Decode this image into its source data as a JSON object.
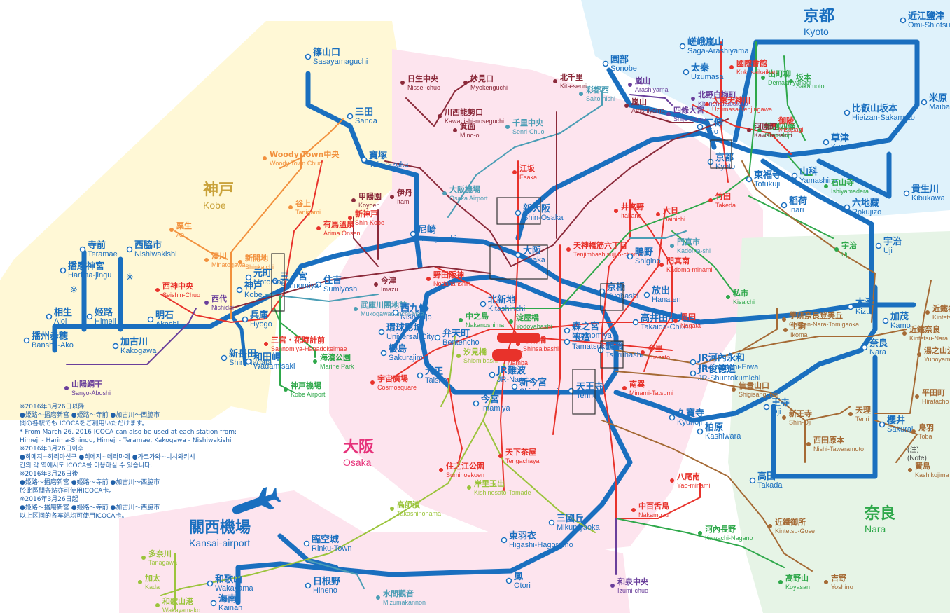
{
  "colors": {
    "jr_main": "#1a6fbf",
    "kyoto_bg": "#dff2fb",
    "kobe_bg": "#fff8d6",
    "osaka_bg": "#fde4ee",
    "nara_bg": "#e6f4e6",
    "kansai_bg": "#fde4ee",
    "red": "#e8322b",
    "green": "#2ea84a",
    "brown": "#a56a35",
    "orange": "#f2913d",
    "teal": "#4a9db5",
    "purple": "#6a3f9b",
    "lime": "#9bc43c",
    "maroon": "#8b2a3a"
  },
  "areas": {
    "kyoto": {
      "jp": "京都",
      "en": "Kyoto"
    },
    "kobe": {
      "jp": "神戸",
      "en": "Kobe"
    },
    "osaka": {
      "jp": "大阪",
      "en": "Osaka"
    },
    "nara": {
      "jp": "奈良",
      "en": "Nara"
    },
    "kansai": {
      "jp": "關西機場",
      "en": "Kansai-airport"
    }
  },
  "stations": [
    {
      "jp": "篠山口",
      "en": "Sasayamaguchi",
      "color": "#1a6fbf"
    },
    {
      "jp": "三田",
      "en": "Sanda",
      "color": "#1a6fbf"
    },
    {
      "jp": "寶塚",
      "en": "Takarazuka",
      "color": "#1a6fbf"
    },
    {
      "jp": "尼崎",
      "en": "Amagasaki",
      "color": "#1a6fbf"
    },
    {
      "jp": "住吉",
      "en": "Sumiyoshi",
      "color": "#1a6fbf"
    },
    {
      "jp": "三ノ宮",
      "en": "Sannomiya",
      "color": "#1a6fbf"
    },
    {
      "jp": "元町",
      "en": "Motomachi",
      "color": "#1a6fbf"
    },
    {
      "jp": "神戸",
      "en": "Kobe",
      "color": "#1a6fbf"
    },
    {
      "jp": "兵庫",
      "en": "Hyogo",
      "color": "#1a6fbf"
    },
    {
      "jp": "新長田",
      "en": "Shin-Nagata",
      "color": "#1a6fbf"
    },
    {
      "jp": "和田岬",
      "en": "Wadamisaki",
      "color": "#1a6fbf"
    },
    {
      "jp": "明石",
      "en": "Akashi",
      "color": "#1a6fbf"
    },
    {
      "jp": "加古川",
      "en": "Kakogawa",
      "color": "#1a6fbf"
    },
    {
      "jp": "姬路",
      "en": "Himeji",
      "color": "#1a6fbf"
    },
    {
      "jp": "相生",
      "en": "Aioi",
      "color": "#1a6fbf"
    },
    {
      "jp": "播州赤穂",
      "en": "Banshu-Ako",
      "color": "#1a6fbf"
    },
    {
      "jp": "寺前",
      "en": "Teramae",
      "color": "#1a6fbf"
    },
    {
      "jp": "播磨神宮",
      "en": "Harima-jingu",
      "color": "#1a6fbf"
    },
    {
      "jp": "西脇市",
      "en": "Nishiwakishi",
      "color": "#1a6fbf"
    },
    {
      "jp": "山陽網干",
      "en": "Sanyo-Aboshi",
      "color": "#6a3f9b"
    },
    {
      "jp": "西代",
      "en": "Nishidai",
      "color": "#6a3f9b"
    },
    {
      "jp": "西神中央",
      "en": "Seishin-Chuo",
      "color": "#e8322b"
    },
    {
      "jp": "湊川",
      "en": "Minatogawa",
      "color": "#f2913d"
    },
    {
      "jp": "新開地",
      "en": "Shinkaichi",
      "color": "#f2913d"
    },
    {
      "jp": "粟生",
      "en": "Ao",
      "color": "#f2913d"
    },
    {
      "jp": "谷上",
      "en": "Tanigami",
      "color": "#f2913d"
    },
    {
      "jp": "有馬溫泉",
      "en": "Arima Onsen",
      "color": "#e8322b"
    },
    {
      "jp": "新神戸",
      "en": "Shin-Kobe",
      "color": "#e8322b"
    },
    {
      "jp": "Woody Town中央",
      "en": "Woody Town Chuo",
      "color": "#f2913d"
    },
    {
      "jp": "三宮・花時計前",
      "en": "Sannomiya-Hanadokeimae",
      "color": "#e8322b"
    },
    {
      "jp": "海濱公園",
      "en": "Marine Park",
      "color": "#2ea84a"
    },
    {
      "jp": "神戸機場",
      "en": "Kobe Airport",
      "color": "#2ea84a"
    },
    {
      "jp": "甲陽園",
      "en": "Koyoen",
      "color": "#8b2a3a"
    },
    {
      "jp": "伊丹",
      "en": "Itami",
      "color": "#8b2a3a"
    },
    {
      "jp": "今津",
      "en": "Imazu",
      "color": "#8b2a3a"
    },
    {
      "jp": "日生中央",
      "en": "Nissei-chuo",
      "color": "#8b2a3a"
    },
    {
      "jp": "妙見口",
      "en": "Myokenguchi",
      "color": "#8b2a3a"
    },
    {
      "jp": "川西能勢口",
      "en": "Kawanishi-noseguchi",
      "color": "#8b2a3a"
    },
    {
      "jp": "箕面",
      "en": "Mino-o",
      "color": "#8b2a3a"
    },
    {
      "jp": "千里中央",
      "en": "Senri-Chuo",
      "color": "#4a9db5"
    },
    {
      "jp": "北千里",
      "en": "Kita-senri",
      "color": "#8b2a3a"
    },
    {
      "jp": "彩都西",
      "en": "Saito-nishi",
      "color": "#4a9db5"
    },
    {
      "jp": "大阪機場",
      "en": "Osaka Airport",
      "color": "#4a9db5"
    },
    {
      "jp": "江坂",
      "en": "Esaka",
      "color": "#e8322b"
    },
    {
      "jp": "新大阪",
      "en": "Shin-Osaka",
      "color": "#1a6fbf"
    },
    {
      "jp": "大阪",
      "en": "Osaka",
      "color": "#1a6fbf"
    },
    {
      "jp": "野田阪神",
      "en": "Nodahanshin",
      "color": "#e8322b"
    },
    {
      "jp": "武庫川團地前",
      "en": "Mukogawadanchi-Mae",
      "color": "#4a9db5"
    },
    {
      "jp": "西九條",
      "en": "Nishikujo",
      "color": "#1a6fbf"
    },
    {
      "jp": "環球影城",
      "en": "Universal-City",
      "color": "#1a6fbf"
    },
    {
      "jp": "櫻島",
      "en": "Sakurajima",
      "color": "#1a6fbf"
    },
    {
      "jp": "北新地",
      "en": "Kitashinchi",
      "color": "#1a6fbf"
    },
    {
      "jp": "中之島",
      "en": "Nakanoshima",
      "color": "#2ea84a"
    },
    {
      "jp": "淀屋橋",
      "en": "Yodoyabashi",
      "color": "#2ea84a"
    },
    {
      "jp": "心齋橋",
      "en": "Shinsaibashi",
      "color": "#e8322b"
    },
    {
      "jp": "難波",
      "en": "Namba",
      "color": "#e8322b"
    },
    {
      "jp": "JR難波",
      "en": "JR-Namba",
      "color": "#1a6fbf"
    },
    {
      "jp": "弁天町",
      "en": "Bentencho",
      "color": "#1a6fbf"
    },
    {
      "jp": "大正",
      "en": "Taisho",
      "color": "#1a6fbf"
    },
    {
      "jp": "汐見橋",
      "en": "Shiomibashi",
      "color": "#9bc43c"
    },
    {
      "jp": "宇宙廣場",
      "en": "Cosmosquare",
      "color": "#e8322b"
    },
    {
      "jp": "新今宮",
      "en": "Shin-Imamiya",
      "color": "#1a6fbf"
    },
    {
      "jp": "今宮",
      "en": "Imamiya",
      "color": "#1a6fbf"
    },
    {
      "jp": "天王寺",
      "en": "Tennoji",
      "color": "#1a6fbf"
    },
    {
      "jp": "天下茶屋",
      "en": "Tengachaya",
      "color": "#e8322b"
    },
    {
      "jp": "住之江公園",
      "en": "Suminoekoen",
      "color": "#e8322b"
    },
    {
      "jp": "岸里玉出",
      "en": "Kishinosato-Tamade",
      "color": "#9bc43c"
    },
    {
      "jp": "高師濱",
      "en": "Takashinohama",
      "color": "#9bc43c"
    },
    {
      "jp": "森之宮",
      "en": "Morinomiya",
      "color": "#1a6fbf"
    },
    {
      "jp": "玉造",
      "en": "Tamatsukuri",
      "color": "#1a6fbf"
    },
    {
      "jp": "鶴橋",
      "en": "Tsuruhashi",
      "color": "#1a6fbf"
    },
    {
      "jp": "京橋",
      "en": "Kyobashi",
      "color": "#1a6fbf"
    },
    {
      "jp": "天神橋筋六丁目",
      "en": "Tenjimbashisuji 6-chome",
      "color": "#e8322b"
    },
    {
      "jp": "井高野",
      "en": "Itakano",
      "color": "#e8322b"
    },
    {
      "jp": "大日",
      "en": "Dainichi",
      "color": "#e8322b"
    },
    {
      "jp": "門真市",
      "en": "Kadoma-shi",
      "color": "#4a9db5"
    },
    {
      "jp": "門真南",
      "en": "Kadoma-minami",
      "color": "#e8322b"
    },
    {
      "jp": "鴫野",
      "en": "Shigino",
      "color": "#1a6fbf"
    },
    {
      "jp": "放出",
      "en": "Hanaten",
      "color": "#1a6fbf"
    },
    {
      "jp": "高井田中央",
      "en": "Takaida-Chuo",
      "color": "#1a6fbf"
    },
    {
      "jp": "長田",
      "en": "Nagata",
      "color": "#e8322b"
    },
    {
      "jp": "今里",
      "en": "Imazato",
      "color": "#e8322b"
    },
    {
      "jp": "JR河內永和",
      "en": "JR-Kawachi-Eiwa",
      "color": "#1a6fbf"
    },
    {
      "jp": "JR俊德道",
      "en": "JR-Shuntokumichi",
      "color": "#1a6fbf"
    },
    {
      "jp": "南巽",
      "en": "Minami-Tatsumi",
      "color": "#e8322b"
    },
    {
      "jp": "私市",
      "en": "Kisaichi",
      "color": "#2ea84a"
    },
    {
      "jp": "久寶寺",
      "en": "Kyuhoji",
      "color": "#1a6fbf"
    },
    {
      "jp": "柏原",
      "en": "Kashiwara",
      "color": "#1a6fbf"
    },
    {
      "jp": "八尾南",
      "en": "Yao-minami",
      "color": "#e8322b"
    },
    {
      "jp": "中百舌鳥",
      "en": "Nakamozu",
      "color": "#e8322b"
    },
    {
      "jp": "和泉中央",
      "en": "Izumi-chuo",
      "color": "#6a3f9b"
    },
    {
      "jp": "三國丘",
      "en": "Mikunigaoka",
      "color": "#1a6fbf"
    },
    {
      "jp": "東羽衣",
      "en": "Higashi-Hagoromo",
      "color": "#1a6fbf"
    },
    {
      "jp": "鳳",
      "en": "Otori",
      "color": "#1a6fbf"
    },
    {
      "jp": "臨空城",
      "en": "Rinku-Town",
      "color": "#1a6fbf"
    },
    {
      "jp": "日根野",
      "en": "Hineno",
      "color": "#1a6fbf"
    },
    {
      "jp": "水間觀音",
      "en": "Mizumakannon",
      "color": "#4a9db5"
    },
    {
      "jp": "和歌山",
      "en": "Wakayama",
      "color": "#1a6fbf"
    },
    {
      "jp": "海南",
      "en": "Kainan",
      "color": "#1a6fbf"
    },
    {
      "jp": "多奈川",
      "en": "Tanagawa",
      "color": "#9bc43c"
    },
    {
      "jp": "加太",
      "en": "Kada",
      "color": "#9bc43c"
    },
    {
      "jp": "和歌山港",
      "en": "Wakayamako",
      "color": "#9bc43c"
    },
    {
      "jp": "河內長野",
      "en": "Kawachi-Nagano",
      "color": "#2ea84a"
    },
    {
      "jp": "高野山",
      "en": "Koyasan",
      "color": "#2ea84a"
    },
    {
      "jp": "吉野",
      "en": "Yoshino",
      "color": "#a56a35"
    },
    {
      "jp": "近鐵御所",
      "en": "Kintetsu-Gose",
      "color": "#a56a35"
    },
    {
      "jp": "高田",
      "en": "Takada",
      "color": "#1a6fbf"
    },
    {
      "jp": "信貴山口",
      "en": "Shigisanguchi",
      "color": "#a56a35"
    },
    {
      "jp": "王寺",
      "en": "Oji",
      "color": "#1a6fbf"
    },
    {
      "jp": "新王寺",
      "en": "Shin-Oji",
      "color": "#a56a35"
    },
    {
      "jp": "西田原本",
      "en": "Nishi-Tawaramoto",
      "color": "#a56a35"
    },
    {
      "jp": "天理",
      "en": "Tenri",
      "color": "#a56a35"
    },
    {
      "jp": "櫻井",
      "en": "Sakurai",
      "color": "#1a6fbf"
    },
    {
      "jp": "鳥羽",
      "en": "Toba",
      "color": "#a56a35"
    },
    {
      "jp": "賢島",
      "en": "Kashikojima",
      "color": "#a56a35"
    },
    {
      "jp": "平田町",
      "en": "Hiratacho",
      "color": "#a56a35"
    },
    {
      "jp": "湯之山溫泉",
      "en": "Yunoyama-Onsen",
      "color": "#a56a35"
    },
    {
      "jp": "近鐵名古屋",
      "en": "Kintetsu-Nagoya",
      "color": "#a56a35"
    },
    {
      "jp": "近鐵奈良",
      "en": "Kintetsu-Nara",
      "color": "#a56a35"
    },
    {
      "jp": "生駒",
      "en": "Ikoma",
      "color": "#a56a35"
    },
    {
      "jp": "學研奈良登美丘",
      "en": "Gakken-Nara-Tomigaoka",
      "color": "#a56a35"
    },
    {
      "jp": "奈良",
      "en": "Nara",
      "color": "#1a6fbf"
    },
    {
      "jp": "木津",
      "en": "Kizu",
      "color": "#1a6fbf"
    },
    {
      "jp": "加茂",
      "en": "Kamo",
      "color": "#1a6fbf"
    },
    {
      "jp": "宇治",
      "en": "Uji",
      "color": "#1a6fbf"
    },
    {
      "jp": "宇治",
      "en": "Uji",
      "color": "#2ea84a"
    },
    {
      "jp": "六地藏",
      "en": "Rokujizo",
      "color": "#1a6fbf"
    },
    {
      "jp": "稻荷",
      "en": "Inari",
      "color": "#1a6fbf"
    },
    {
      "jp": "東福寺",
      "en": "Tofukuji",
      "color": "#1a6fbf"
    },
    {
      "jp": "竹田",
      "en": "Takeda",
      "color": "#e8322b"
    },
    {
      "jp": "京都",
      "en": "Kyoto",
      "color": "#1a6fbf"
    },
    {
      "jp": "山科",
      "en": "Yamashina",
      "color": "#1a6fbf"
    },
    {
      "jp": "石山寺",
      "en": "Ishiyamadera",
      "color": "#2ea84a"
    },
    {
      "jp": "草津",
      "en": "Kusatsu",
      "color": "#1a6fbf"
    },
    {
      "jp": "貴生川",
      "en": "Kibukawa",
      "color": "#1a6fbf"
    },
    {
      "jp": "米原",
      "en": "Maibara",
      "color": "#1a6fbf"
    },
    {
      "jp": "近江鹽津",
      "en": "Omi-Shiotsu",
      "color": "#1a6fbf"
    },
    {
      "jp": "比叡山坂本",
      "en": "Hieizan-Sakamoto",
      "color": "#1a6fbf"
    },
    {
      "jp": "坂本",
      "en": "Sakamoto",
      "color": "#2ea84a"
    },
    {
      "jp": "出町柳",
      "en": "Demachiyanagi",
      "color": "#2ea84a"
    },
    {
      "jp": "祇園四條",
      "en": "Gion-shijo",
      "color": "#2ea84a"
    },
    {
      "jp": "御陵",
      "en": "Misasagi",
      "color": "#e8322b"
    },
    {
      "jp": "河原町",
      "en": "Kawaramachi",
      "color": "#8b2a3a"
    },
    {
      "jp": "國際會館",
      "en": "Kokusaikaikan",
      "color": "#e8322b"
    },
    {
      "jp": "二條",
      "en": "Nijo",
      "color": "#1a6fbf"
    },
    {
      "jp": "太秦",
      "en": "Uzumasa",
      "color": "#1a6fbf"
    },
    {
      "jp": "嵯峨嵐山",
      "en": "Saga-Arashiyama",
      "color": "#1a6fbf"
    },
    {
      "jp": "園部",
      "en": "Sonobe",
      "color": "#1a6fbf"
    },
    {
      "jp": "嵐山",
      "en": "Arashiyama",
      "color": "#6a3f9b"
    },
    {
      "jp": "嵐山",
      "en": "Arashiyama",
      "color": "#8b2a3a"
    },
    {
      "jp": "北野白梅町",
      "en": "Kitanohakubaicho",
      "color": "#6a3f9b"
    },
    {
      "jp": "太秦天神川",
      "en": "Uzumasa-Tenjingawa",
      "color": "#e8322b"
    },
    {
      "jp": "四條大宮",
      "en": "Shijo-omiya",
      "color": "#6a3f9b"
    }
  ],
  "notes": [
    "※2016年3月26日以降",
    "●姫路～播磨新宮 ●姫路～寺前 ●加古川～西脇市",
    "間の各駅でも ICOCAをご利用いただけます。",
    "* From March 26, 2016 ICOCA can also be used at each station from:",
    "Himeji - Harima-Shingu, Himeji - Teramae, Kakogawa - Nishiwakishi",
    "※2016年3月26日이후",
    "●히메지~하리마신구 ●히메지~데라마에 ●가코가와~니시와키시",
    "간의 각 역에서도 ICOCA를 이용하실 수 있습니다.",
    "※2016年3月26日後",
    "●姬路～播磨新宮 ●姬路～寺前 ●加古川～西脇市",
    "於此區間各站亦可使用ICOCA卡。",
    "※2016年3月26日起",
    "●姬路～播磨新宮 ●姬路～寺前 ●加古川～西脇市",
    "以上区间的各车站均可使用ICOCA卡。"
  ],
  "misc": {
    "note_label": "(注)",
    "note_en": "(Note)",
    "ref_mark": "※"
  }
}
